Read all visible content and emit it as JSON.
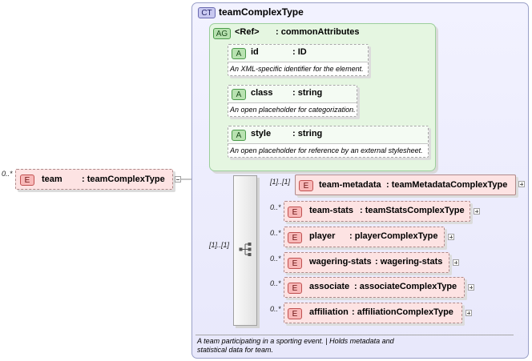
{
  "root": {
    "multiplicity": "0..*",
    "badge": "E",
    "name": "team",
    "type": ": teamComplexType"
  },
  "complex_type": {
    "badge": "CT",
    "name": "teamComplexType",
    "description": "A team participating in a sporting event. | Holds metadata and statistical data for team."
  },
  "attribute_group": {
    "badge": "AG",
    "ref": "<Ref>",
    "name": ": commonAttributes"
  },
  "attributes": [
    {
      "badge": "A",
      "name": "id",
      "type": ": ID",
      "doc": "An XML-specific identifier for the element."
    },
    {
      "badge": "A",
      "name": "class",
      "type": ": string",
      "doc": "An open placeholder for categorization."
    },
    {
      "badge": "A",
      "name": "style",
      "type": ": string",
      "doc": "An open placeholder for reference by an external stylesheet."
    }
  ],
  "sequence": {
    "multiplicity": "[1]..[1]"
  },
  "children": [
    {
      "multiplicity": "[1]..[1]",
      "badge": "E",
      "name": "team-metadata",
      "type": ": teamMetadataComplexType"
    },
    {
      "multiplicity": "0..*",
      "badge": "E",
      "name": "team-stats",
      "type": ": teamStatsComplexType"
    },
    {
      "multiplicity": "0..*",
      "badge": "E",
      "name": "player",
      "type": ": playerComplexType"
    },
    {
      "multiplicity": "0..*",
      "badge": "E",
      "name": "wagering-stats",
      "type": ": wagering-stats"
    },
    {
      "multiplicity": "0..*",
      "badge": "E",
      "name": "associate",
      "type": ": associateComplexType"
    },
    {
      "multiplicity": "0..*",
      "badge": "E",
      "name": "affiliation",
      "type": ": affiliationComplexType"
    }
  ],
  "colors": {
    "element_fill": "#fde3e3",
    "attribute_fill": "#e5f6e1",
    "complex_type_fill": "#eeeefd"
  }
}
